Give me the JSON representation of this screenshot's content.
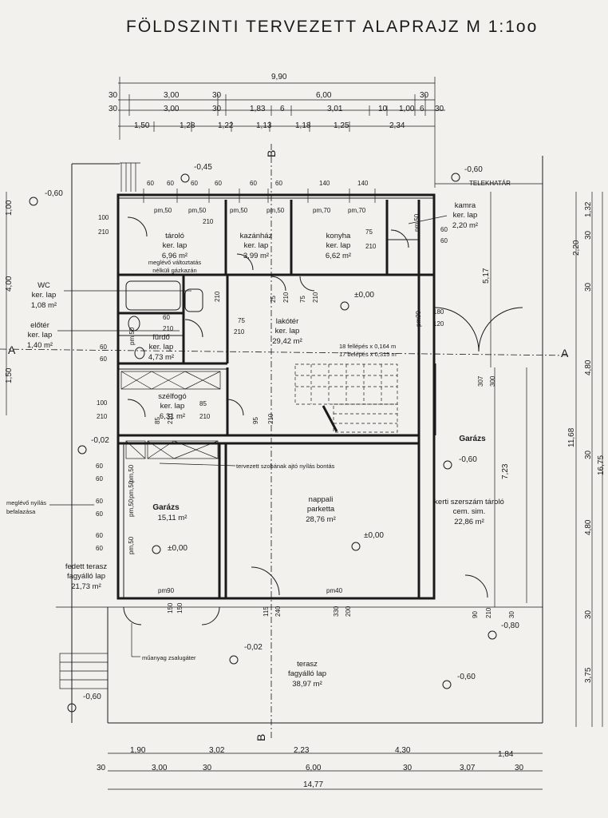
{
  "title": "FÖLDSZINTI TERVEZETT ALAPRAJZ M 1:1oo",
  "top_dimensions": {
    "row1": [
      "9,90"
    ],
    "row2": [
      "30",
      "3,00",
      "30",
      "6,00",
      "30"
    ],
    "row3": [
      "30",
      "3,00",
      "30",
      "1,83",
      "6",
      "3,01",
      "10",
      "1,00",
      "6",
      "30"
    ],
    "row4": [
      "1,50",
      "1,28",
      "1,22",
      "1,13",
      "1,18",
      "1,25",
      "2,34"
    ]
  },
  "bottom_dimensions": {
    "row1": [
      "1,90",
      "3,02",
      "2,23",
      "4,30",
      "1,84"
    ],
    "row2": [
      "30",
      "3,00",
      "30",
      "6,00",
      "30",
      "3,07",
      "30"
    ],
    "row3": [
      "14,77"
    ]
  },
  "left_dimensions": [
    "1,00",
    "4,00",
    "1,50"
  ],
  "right_dimensions": {
    "inner": [
      "1,32",
      "30",
      "2,20",
      "30",
      "4,80",
      "30",
      "4,80",
      "30",
      "3,75"
    ],
    "outer": [
      "11,68",
      "16,75"
    ],
    "mid": [
      "5,17",
      "7,23"
    ]
  },
  "section_marks": {
    "a": "A",
    "b": "B",
    "telekhatar": "TELEKHATÁR"
  },
  "levels": {
    "top_045": "-0,45",
    "top_060_left": "-0,60",
    "top_060_right": "-0,60",
    "left_002": "-0,02",
    "garage_zero": "±0,00",
    "living_zero": "±0,00",
    "salon_zero": "±0,00",
    "garage_r": "-0,60",
    "terrace_002": "-0,02",
    "terrace_060": "-0,60",
    "br_080": "-0,80",
    "bl_060": "-0,60"
  },
  "rooms": {
    "tarolo": {
      "name": "tároló",
      "floor": "ker. lap",
      "area": "6,96 m²",
      "note1": "meglévő változtatás",
      "note2": "nélküli gázkazán"
    },
    "kazanhaz": {
      "name": "kazánház",
      "floor": "ker. lap",
      "area": "3,99 m²"
    },
    "konyha": {
      "name": "konyha",
      "floor": "ker. lap",
      "area": "6,62 m²"
    },
    "kamra": {
      "name": "kamra",
      "floor": "ker. lap",
      "area": "2,20 m²"
    },
    "wc": {
      "name": "WC",
      "floor": "ker. lap",
      "area": "1,08 m²"
    },
    "eloter": {
      "name": "előtér",
      "floor": "ker. lap",
      "area": "1,40 m²"
    },
    "furdo": {
      "name": "fürdő",
      "floor": "ker. lap",
      "area": "4,73 m²"
    },
    "lakoter": {
      "name": "lakótér",
      "floor": "ker. lap",
      "area": "29,42 m²",
      "stair1": "18 fellépés x 0,164 m",
      "stair2": "17 belépés x 0,315 m"
    },
    "szelfogo": {
      "name": "szélfogó",
      "floor": "ker. lap",
      "area": "6,31 m²"
    },
    "garazs_left": {
      "name": "Garázs",
      "area": "15,11 m²"
    },
    "nappali": {
      "name": "nappali",
      "floor": "parketta",
      "area": "28,76 m²"
    },
    "garazs_right": {
      "name": "Garázs"
    },
    "kerti": {
      "name": "kerti szerszám tároló",
      "floor": "cem. sim.",
      "area": "22,86 m²"
    },
    "fedett": {
      "name": "fedett terasz",
      "floor": "fagyálló lap",
      "area": "21,73 m²"
    },
    "terasz": {
      "name": "terasz",
      "floor": "fagyálló lap",
      "area": "38,97 m²"
    }
  },
  "annotations": {
    "opening": "tervezett szobának ajtó nyílás bontás",
    "bricked1": "meglévő nyílás",
    "bricked2": "befalazása",
    "gutter": "műanyag zsalugáter"
  },
  "door_labels": {
    "d1": "pm,50",
    "d2": "pm,50",
    "d3": "pm,50",
    "d4": "pm,50",
    "d5": "pm,70",
    "d6": "pm,70",
    "d7": "pm,50",
    "d8": "pm,50",
    "d9": "pm90",
    "d10": "pm90",
    "d11": "pm40",
    "d12": "pm,50",
    "d13": "pm,50",
    "d14": "pm,50",
    "d15": "pm,50",
    "d16": "pm,50",
    "n60a": "60",
    "n60b": "60",
    "n60c": "60",
    "n60d": "60",
    "n60e": "60",
    "n60f": "60",
    "n140a": "140",
    "n140b": "140",
    "n100a": "100",
    "n210a": "210",
    "n210b": "210",
    "n75a": "75",
    "n210c": "210",
    "n60g": "60",
    "n60h": "60",
    "n210d": "210",
    "n60i": "60",
    "n210e": "210",
    "n75b": "75",
    "n210f": "210",
    "n25": "25",
    "n210g": "210",
    "n75c": "75",
    "n210h": "210",
    "n180": "180",
    "n120": "120",
    "n307": "307",
    "n300": "300",
    "n60j": "60",
    "n60k": "60",
    "n100b": "100",
    "n210i": "210",
    "n85a": "85",
    "n210j": "210",
    "n85b": "85",
    "n210k": "210",
    "n95": "95",
    "n210l": "210",
    "n115": "115",
    "n240": "240",
    "n330": "330",
    "n200": "200",
    "n90": "90",
    "n210m": "210",
    "n30": "30",
    "n150a": "150",
    "n150b": "150",
    "n60l": "60",
    "n60m": "60",
    "n60n": "60",
    "n60o": "60",
    "n60p": "60",
    "n60q": "60"
  }
}
